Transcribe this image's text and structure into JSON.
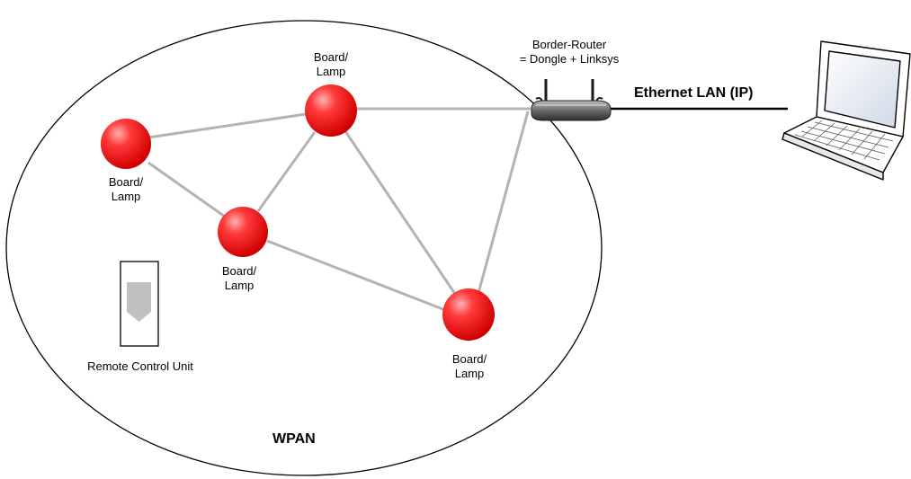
{
  "wpan_label": "WPAN",
  "ethernet_label": "Ethernet LAN (IP)",
  "border_router": {
    "line1": "Border-Router",
    "line2": "= Dongle + Linksys"
  },
  "remote_label": "Remote Control Unit",
  "nodes": [
    {
      "id": "top",
      "label": "Board/\nLamp"
    },
    {
      "id": "left",
      "label": "Board/\nLamp"
    },
    {
      "id": "middle",
      "label": "Board/\nLamp"
    },
    {
      "id": "bottom",
      "label": "Board/\nLamp"
    }
  ],
  "colors": {
    "node_fill": "#ff3030",
    "link": "#b3b3b3",
    "ellipse": "#000000",
    "remote_arrow": "#c0c0c0"
  }
}
